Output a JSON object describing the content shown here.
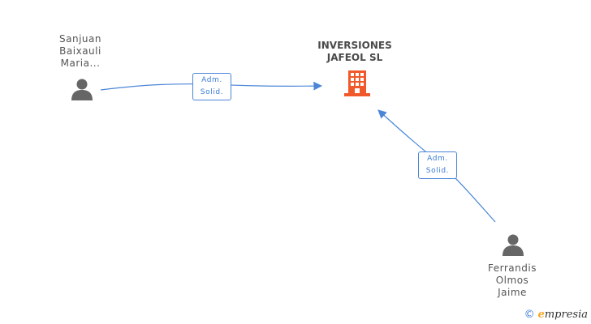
{
  "company": {
    "name_line1": "INVERSIONES",
    "name_line2": "JAFEOL SL",
    "icon": "building-icon",
    "color": "#f05a2b"
  },
  "persons": [
    {
      "line1": "Sanjuan",
      "line2": "Baixauli",
      "line3": "Maria...",
      "icon": "person-icon"
    },
    {
      "line1": "Ferrandis",
      "line2": "Olmos",
      "line3": "Jaime",
      "icon": "person-icon"
    }
  ],
  "edges": [
    {
      "label_line1": "Adm.",
      "label_line2": "Solid."
    },
    {
      "label_line1": "Adm.",
      "label_line2": "Solid."
    }
  ],
  "colors": {
    "edge": "#4a86d8",
    "person": "#666666"
  },
  "watermark": {
    "copyright": "©",
    "brand_initial": "e",
    "brand_rest": "mpresia"
  }
}
